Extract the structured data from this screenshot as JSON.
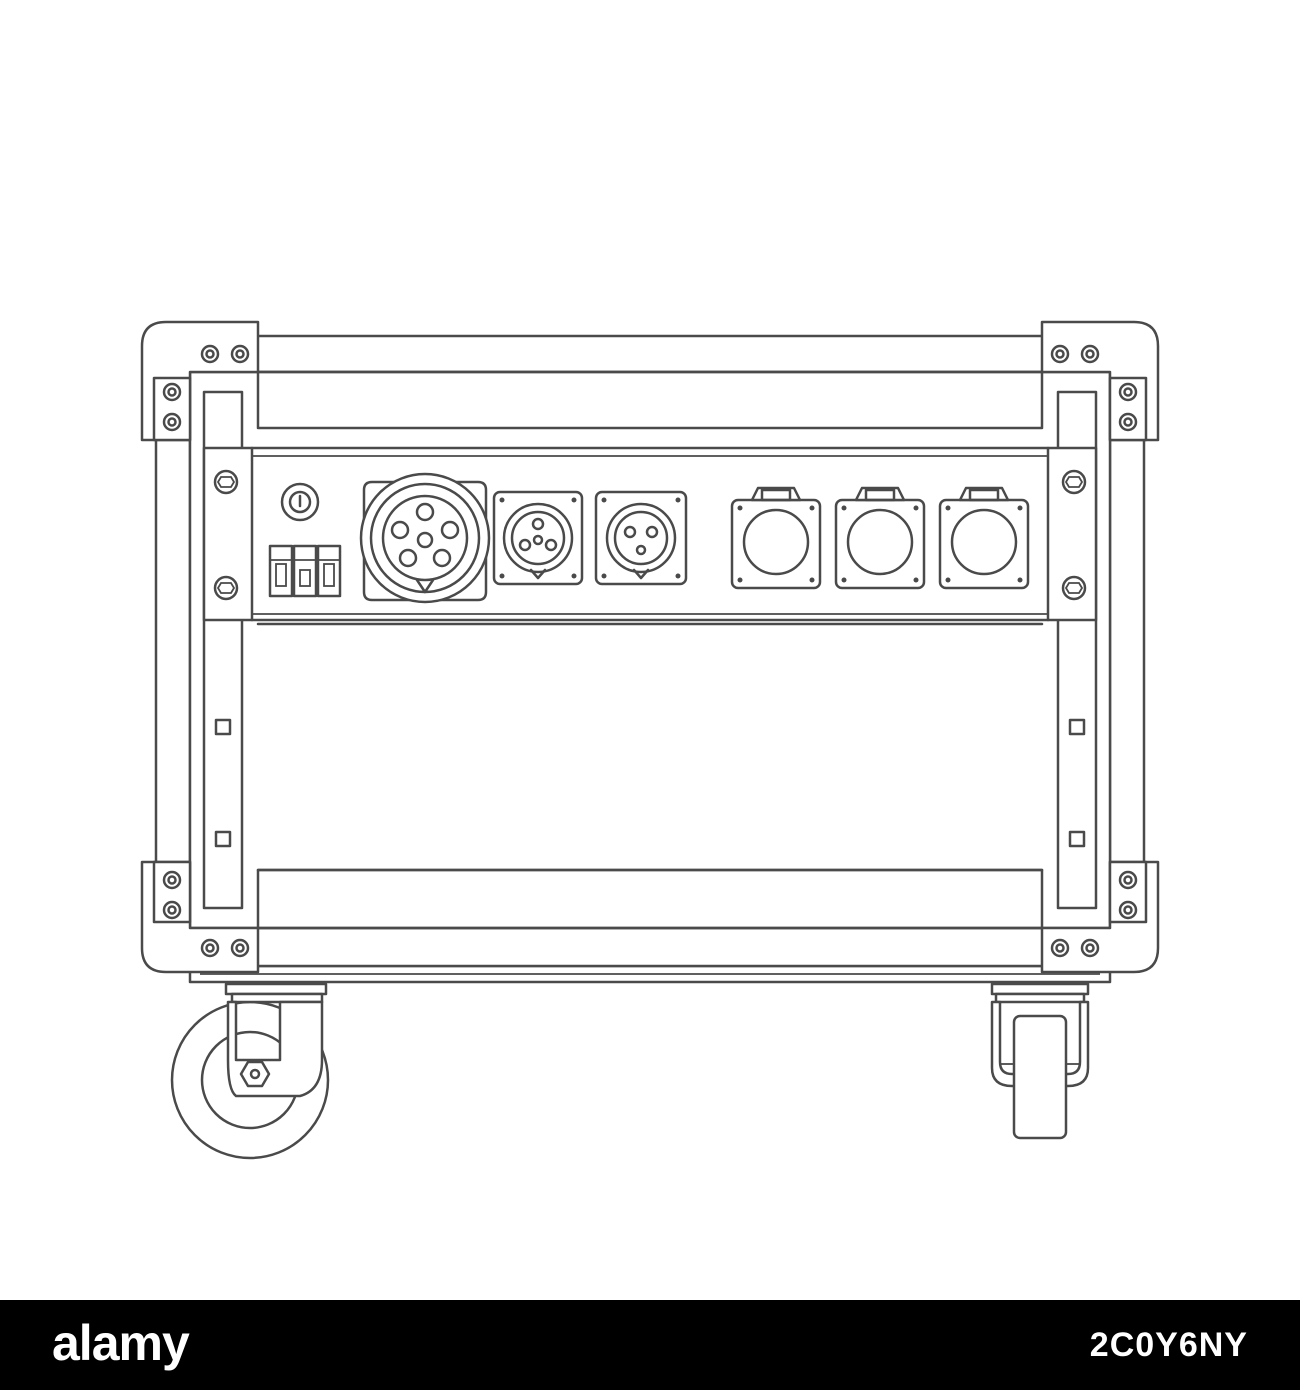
{
  "watermark": {
    "text": "alamy"
  },
  "footer": {
    "brand": "alamy",
    "image_id": "2C0Y6NY"
  },
  "colors": {
    "outline": "#4a4a4a",
    "background": "#ffffff",
    "footer_bg": "#000000",
    "footer_text": "#ffffff"
  },
  "drawing": {
    "subject": "rack case on caster wheels with power connectors",
    "front_panel": {
      "switches": 1,
      "circuit_breakers": 3,
      "round_power_inlet_pins": 5,
      "square_panel_sockets": 2,
      "hinged_outlet_sockets": 3
    }
  }
}
